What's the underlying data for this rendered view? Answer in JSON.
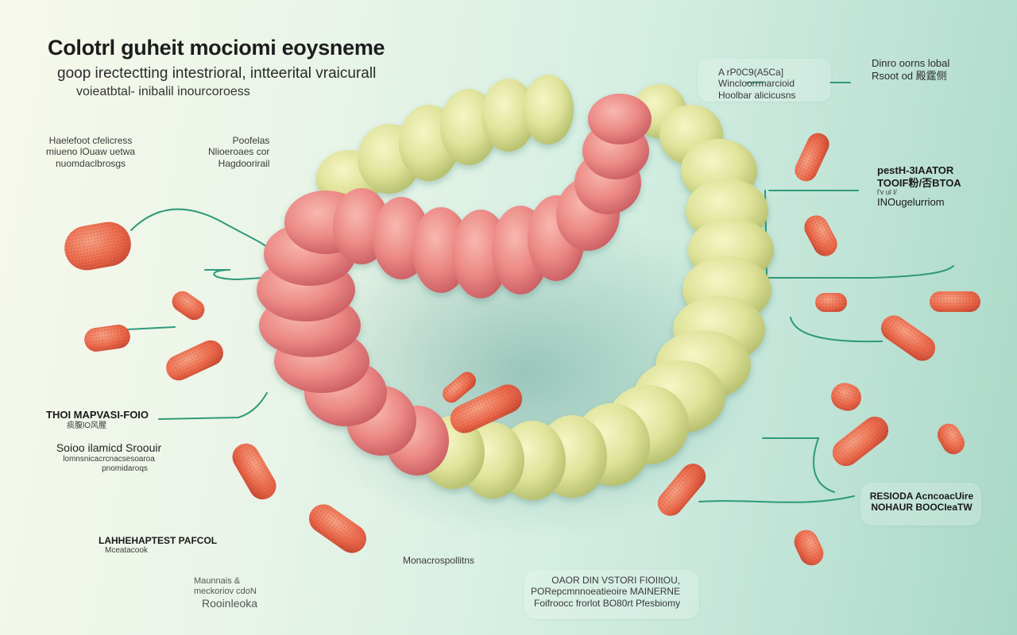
{
  "title": {
    "heading": "Colotrl    guheit mociomi eoysneme",
    "subtitle_line1": "goop irectectting intestrioral,  intteerital vraicurall",
    "subtitle_line2": "voieatbtal- inibalil inourcoroess"
  },
  "labels": {
    "top_left_1": [
      "Haelefoot cfelicress",
      "miueno lOuaw uetwa",
      "nuomdaclbrosgs"
    ],
    "top_left_2": [
      "Poofelas",
      "Nlioeroaes cor",
      "Hagdoorirail"
    ],
    "top_right_1": [
      "A   rP0C9(A5Ca]",
      "Wincloorrmarcioid",
      "Hoolbar alicicusns"
    ],
    "top_right_2": [
      "Dinro oorns lobal",
      "Rsoot od 殿霆侧"
    ],
    "right_mid": [
      "pestH-3IAATOR",
      "TOOIF粉/否BTOA",
      "l'v ul l/",
      "INOugelurriom"
    ],
    "left_mid": {
      "heading": "THOI MAPVASI-FOIO",
      "sub": "痰腹lO风腥",
      "heading2": "Soioo ilamicd Sroouir",
      "lines": [
        "lomnsnicacrcnacsesoaroa",
        "pnomidaroqs"
      ]
    },
    "bottom_left": {
      "heading": "LAHHEHAPTEST PAFCOL",
      "sub": "Mceatacook"
    },
    "bottom_left_2": [
      "Maunnais &",
      "meckoriov cdoN",
      "Rooinleoka"
    ],
    "bottom_center_1": "Monacrospollitns",
    "bottom_center_2": [
      "OAOR DIN VSTORI FIOIItOU,",
      "PORepcmnnoeatieoire MAINERNE",
      "Foifroocc frorlot BO80rt Pfesbiomy"
    ],
    "bottom_right": [
      "RESIODA AcncoacUire",
      "NOHAUR BOOCIeaTW"
    ]
  },
  "illustration": {
    "subject": "coiled-intestine",
    "colors": {
      "intestine_pink": "#e8787a",
      "intestine_pink_light": "#f4a7a2",
      "intestine_yellow": "#d8de8a",
      "intestine_yellow_light": "#eef0b4",
      "bacteria": "#ec6a4c",
      "bacteria_highlight": "#f7a184",
      "leader_line": "#2e9a7a"
    },
    "bacteria_count": 18
  }
}
